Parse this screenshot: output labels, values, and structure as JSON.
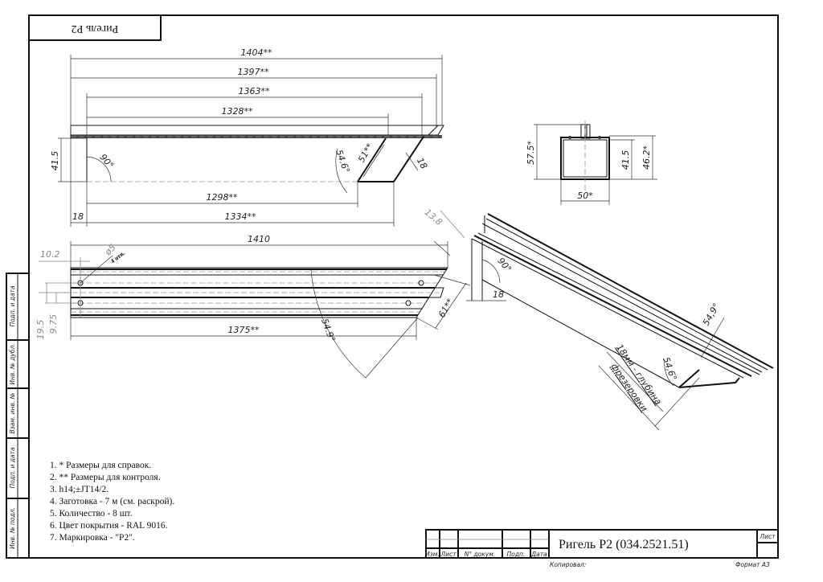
{
  "sheet_label": "Ригель P2",
  "stamp_column": [
    "Подп. и дата",
    "Инв. № дубл.",
    "Взам. инв. №",
    "Подп. и дата",
    "Инв. № подл."
  ],
  "notes": [
    "1.  * Размеры для справок.",
    "2. ** Размеры для контроля.",
    "3. h14;±JT14/2.",
    "4. Заготовка - 7 м (см. раскрой).",
    "5. Количество - 8 шт.",
    "6. Цвет покрытия - RAL 9016.",
    "7. Маркировка - \"P2\"."
  ],
  "title_block": {
    "title": "Ригель P2 (034.2521.51)",
    "headers": [
      "Изм.",
      "Лист",
      "N° докум.",
      "Подп.",
      "Дата"
    ],
    "sheet_cell": "Лист",
    "copied_by": "Копировал:",
    "format": "Формат А3"
  },
  "dims": {
    "front": {
      "d1404": "1404**",
      "d1397": "1397**",
      "d1363": "1363**",
      "d1328": "1328**",
      "d1298": "1298**",
      "d1334": "1334**",
      "d18": "18",
      "d41_5": "41.5",
      "a90": "90°",
      "a54_6": "54.6°",
      "d51": "51**",
      "d18b": "18"
    },
    "top": {
      "d1410": "1410",
      "d1375": "1375**",
      "d10_2": "10.2",
      "hole": "ø5",
      "hole_count": "4 отв.",
      "d19_5": "19.5",
      "d9_75": "9.75",
      "a54_9": "54.9°",
      "d61": "61**",
      "d13_8": "13.8"
    },
    "section": {
      "d57_5": "57.5*",
      "d41_5": "41.5",
      "d46_2": "46.2*",
      "d50": "50*"
    },
    "iso": {
      "a90": "90°",
      "d18": "18",
      "a54_9": "54,9°",
      "a54_6": "54,6°",
      "note_line1": "18мм - глубина",
      "note_line2": "фрезеровки"
    }
  }
}
